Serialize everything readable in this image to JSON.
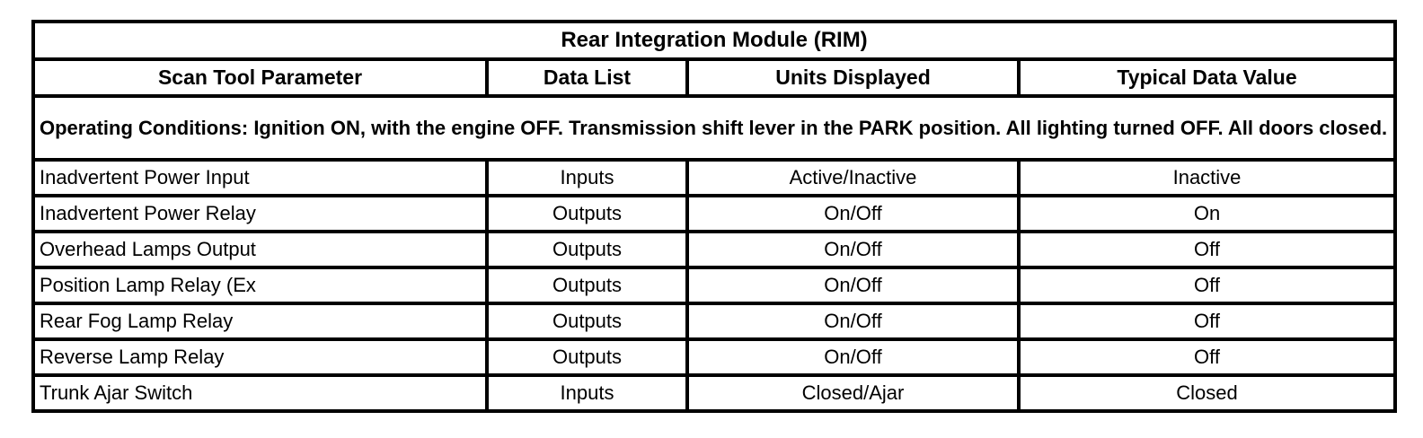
{
  "table": {
    "title": "Rear Integration Module (RIM)",
    "columns": {
      "parameter": "Scan Tool Parameter",
      "data_list": "Data List",
      "units": "Units Displayed",
      "value": "Typical Data Value"
    },
    "operating_conditions": "Operating Conditions: Ignition ON, with the engine OFF. Transmission shift lever in the PARK position. All lighting turned OFF. All doors closed.",
    "rows": [
      {
        "parameter": "Inadvertent Power Input",
        "data_list": "Inputs",
        "units": "Active/Inactive",
        "value": "Inactive"
      },
      {
        "parameter": "Inadvertent Power Relay",
        "data_list": "Outputs",
        "units": "On/Off",
        "value": "On"
      },
      {
        "parameter": "Overhead Lamps Output",
        "data_list": "Outputs",
        "units": "On/Off",
        "value": "Off"
      },
      {
        "parameter": "Position Lamp Relay (Ex",
        "data_list": "Outputs",
        "units": "On/Off",
        "value": "Off"
      },
      {
        "parameter": "Rear Fog Lamp Relay",
        "data_list": "Outputs",
        "units": "On/Off",
        "value": "Off"
      },
      {
        "parameter": "Reverse Lamp Relay",
        "data_list": "Outputs",
        "units": "On/Off",
        "value": "Off"
      },
      {
        "parameter": "Trunk Ajar Switch",
        "data_list": "Inputs",
        "units": "Closed/Ajar",
        "value": "Closed"
      }
    ],
    "colors": {
      "border": "#000000",
      "background": "#ffffff",
      "text": "#000000"
    }
  }
}
